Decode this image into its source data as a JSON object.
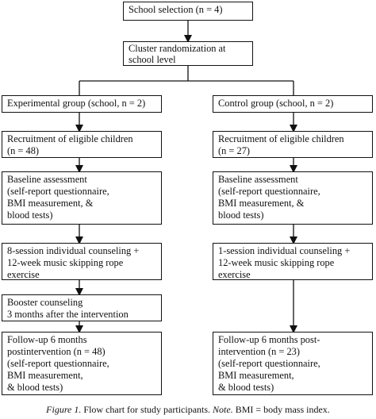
{
  "flowchart": {
    "school_selection": [
      "School selection (n = 4)"
    ],
    "cluster": [
      "Cluster randomization at",
      "school level"
    ],
    "exp_group": [
      "Experimental group (school, n = 2)"
    ],
    "ctrl_group": [
      "Control group (school, n = 2)"
    ],
    "exp_recruit": [
      "Recruitment of eligible children",
      "(n = 48)"
    ],
    "ctrl_recruit": [
      "Recruitment of eligible children",
      "(n = 27)"
    ],
    "exp_baseline": [
      "Baseline assessment",
      "(self-report questionnaire,",
      "BMI measurement, &",
      "blood tests)"
    ],
    "ctrl_baseline": [
      "Baseline assessment",
      "(self-report questionnaire,",
      "BMI measurement, &",
      "blood tests)"
    ],
    "exp_intervention": [
      "8-session individual counseling +",
      "12-week music skipping rope",
      "exercise"
    ],
    "ctrl_intervention": [
      "1-session individual counseling +",
      "12-week music skipping rope",
      "exercise"
    ],
    "exp_booster": [
      "Booster counseling",
      "3 months after the intervention"
    ],
    "exp_followup": [
      "Follow-up 6 months",
      "postintervention (n = 48)",
      "(self-report questionnaire,",
      "BMI measurement,",
      "& blood tests)"
    ],
    "ctrl_followup": [
      "Follow-up 6 months post-",
      "intervention (n = 23)",
      "(self-report questionnaire,",
      "BMI measurement,",
      "& blood tests)"
    ]
  },
  "caption": {
    "label": "Figure 1.",
    "text": " Flow chart for study participants. ",
    "note_label": "Note.",
    "note_text": " BMI = body mass index."
  }
}
